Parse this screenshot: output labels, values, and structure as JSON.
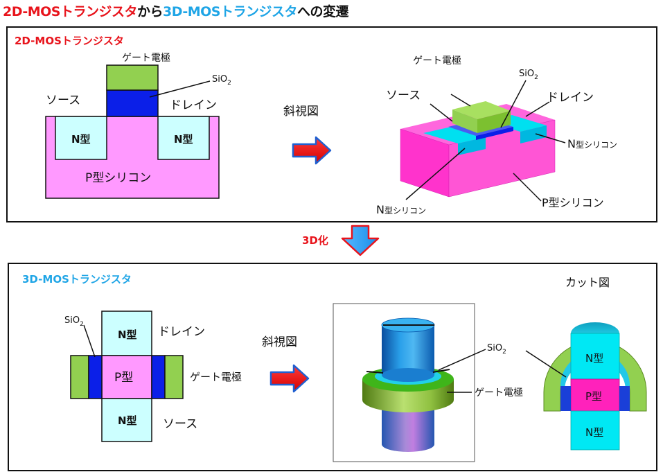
{
  "title": {
    "part1": "2D-MOSトランジスタ",
    "part2": "から",
    "part3": "3D-MOSトランジスタ",
    "part4": "への変遷"
  },
  "colors": {
    "red": "#e8141c",
    "blue_text": "#1fa5e6",
    "gate_green": "#92d050",
    "oxide_blue": "#0b1fe8",
    "p_silicon": "#ff99ff",
    "n_silicon": "#ccffff",
    "cyan": "#00e0f0",
    "magenta": "#ff33cc"
  },
  "panel2d": {
    "title": "2D-MOSトランジスタ",
    "gate": "ゲート電極",
    "sio2_main": "SiO",
    "sio2_sub": "2",
    "source": "ソース",
    "drain": "ドレイン",
    "n_left": "N型",
    "n_right": "N型",
    "p_sub": "P型シリコン",
    "oblique": "斜視図",
    "iso_gate": "ゲート電極",
    "iso_sio2_main": "SiO",
    "iso_sio2_sub": "2",
    "iso_source": "ソース",
    "iso_drain": "ドレイン",
    "iso_n_right_big": "N",
    "iso_n_right_small": "型シリコン",
    "iso_n_left_big": "N",
    "iso_n_left_small": "型シリコン",
    "iso_p": "P型シリコン"
  },
  "mid_label": "3D化",
  "panel3d": {
    "title": "3D-MOSトランジスタ",
    "sio2_main": "SiO",
    "sio2_sub": "2",
    "n_top": "N型",
    "p_mid": "P型",
    "n_bottom": "N型",
    "drain": "ドレイン",
    "gate": "ゲート電極",
    "source": "ソース",
    "oblique": "斜視図",
    "cyl_sio2_main": "SiO",
    "cyl_sio2_sub": "2",
    "cyl_gate": "ゲート電極",
    "cut_title": "カット図",
    "cut_n_top": "N型",
    "cut_p": "P型",
    "cut_n_bottom": "N型"
  }
}
